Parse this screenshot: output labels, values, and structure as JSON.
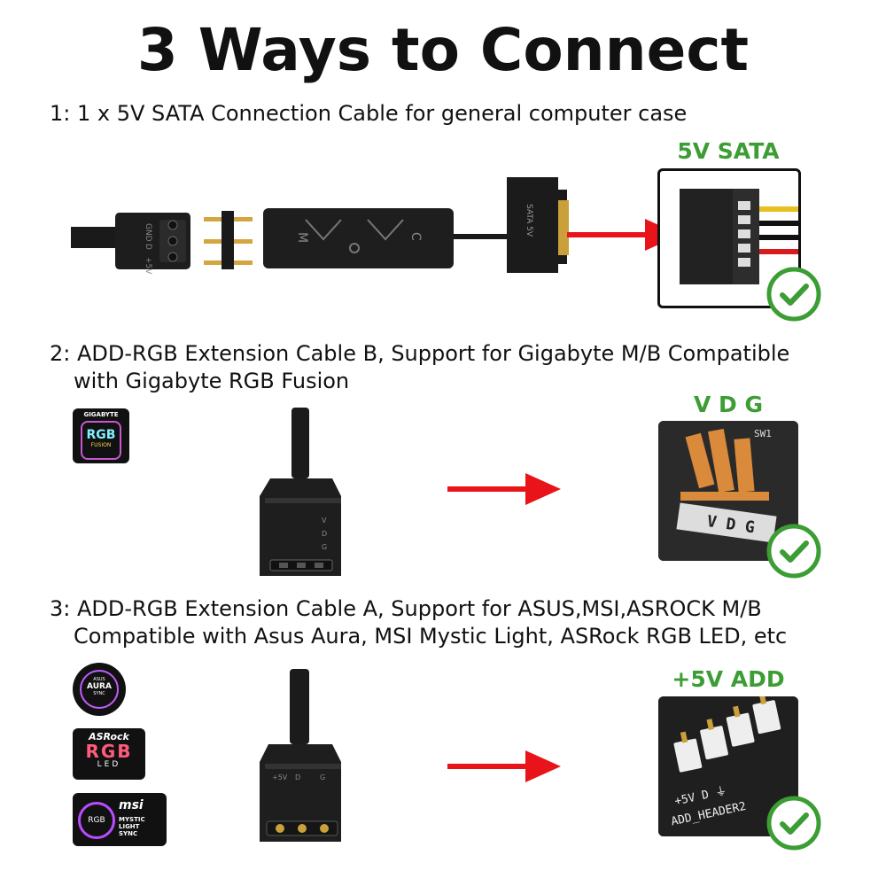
{
  "title": "3 Ways to Connect",
  "steps": [
    {
      "line1": "1: 1 x 5V SATA Connection Cable for general computer case",
      "target_label": "5V SATA"
    },
    {
      "line1": "2: ADD-RGB Extension Cable B, Support for Gigabyte M/B Compatible",
      "line2": "with Gigabyte RGB Fusion",
      "target_label": "V D G"
    },
    {
      "line1": "3: ADD-RGB Extension Cable A, Support for ASUS,MSI,ASROCK M/B",
      "line2": "Compatible with Asus Aura, MSI Mystic Light, ASRock RGB LED, etc",
      "target_label": "+5V ADD"
    }
  ],
  "controller": {
    "button_m": "M",
    "button_c": "C",
    "sata_print": "SATA 5V"
  },
  "connector_pins": {
    "gigabyte": [
      "V",
      "D",
      "G"
    ],
    "asus": [
      "+5V",
      "D",
      "G"
    ],
    "cable_pins": [
      "GND",
      "D",
      "+5V"
    ]
  },
  "header_labels": {
    "vdg": "V D G",
    "vdg_sw": "SW1",
    "add_header_pins": "+5V  D  ⏚",
    "add_header_name": "ADD_HEADER2"
  },
  "logos": {
    "gigabyte_brand": "GIGABYTE",
    "gigabyte_rgb": "RGB",
    "gigabyte_fusion": "FUSION",
    "aura_brand": "ASUS",
    "aura_main": "AURA",
    "aura_sub": "SYNC",
    "asrock_brand": "ASRock",
    "asrock_rgb": "RGB",
    "asrock_led": "LED",
    "msi_brand": "msi",
    "msi_rgb": "RGB",
    "msi_text1": "MYSTIC",
    "msi_text2": "LIGHT",
    "msi_text3": "SYNC"
  },
  "icons": {
    "check": "check-circle-icon",
    "arrow": "red-arrow-icon"
  },
  "colors": {
    "accent_green": "#3c9d34",
    "arrow_red": "#e8141a"
  }
}
